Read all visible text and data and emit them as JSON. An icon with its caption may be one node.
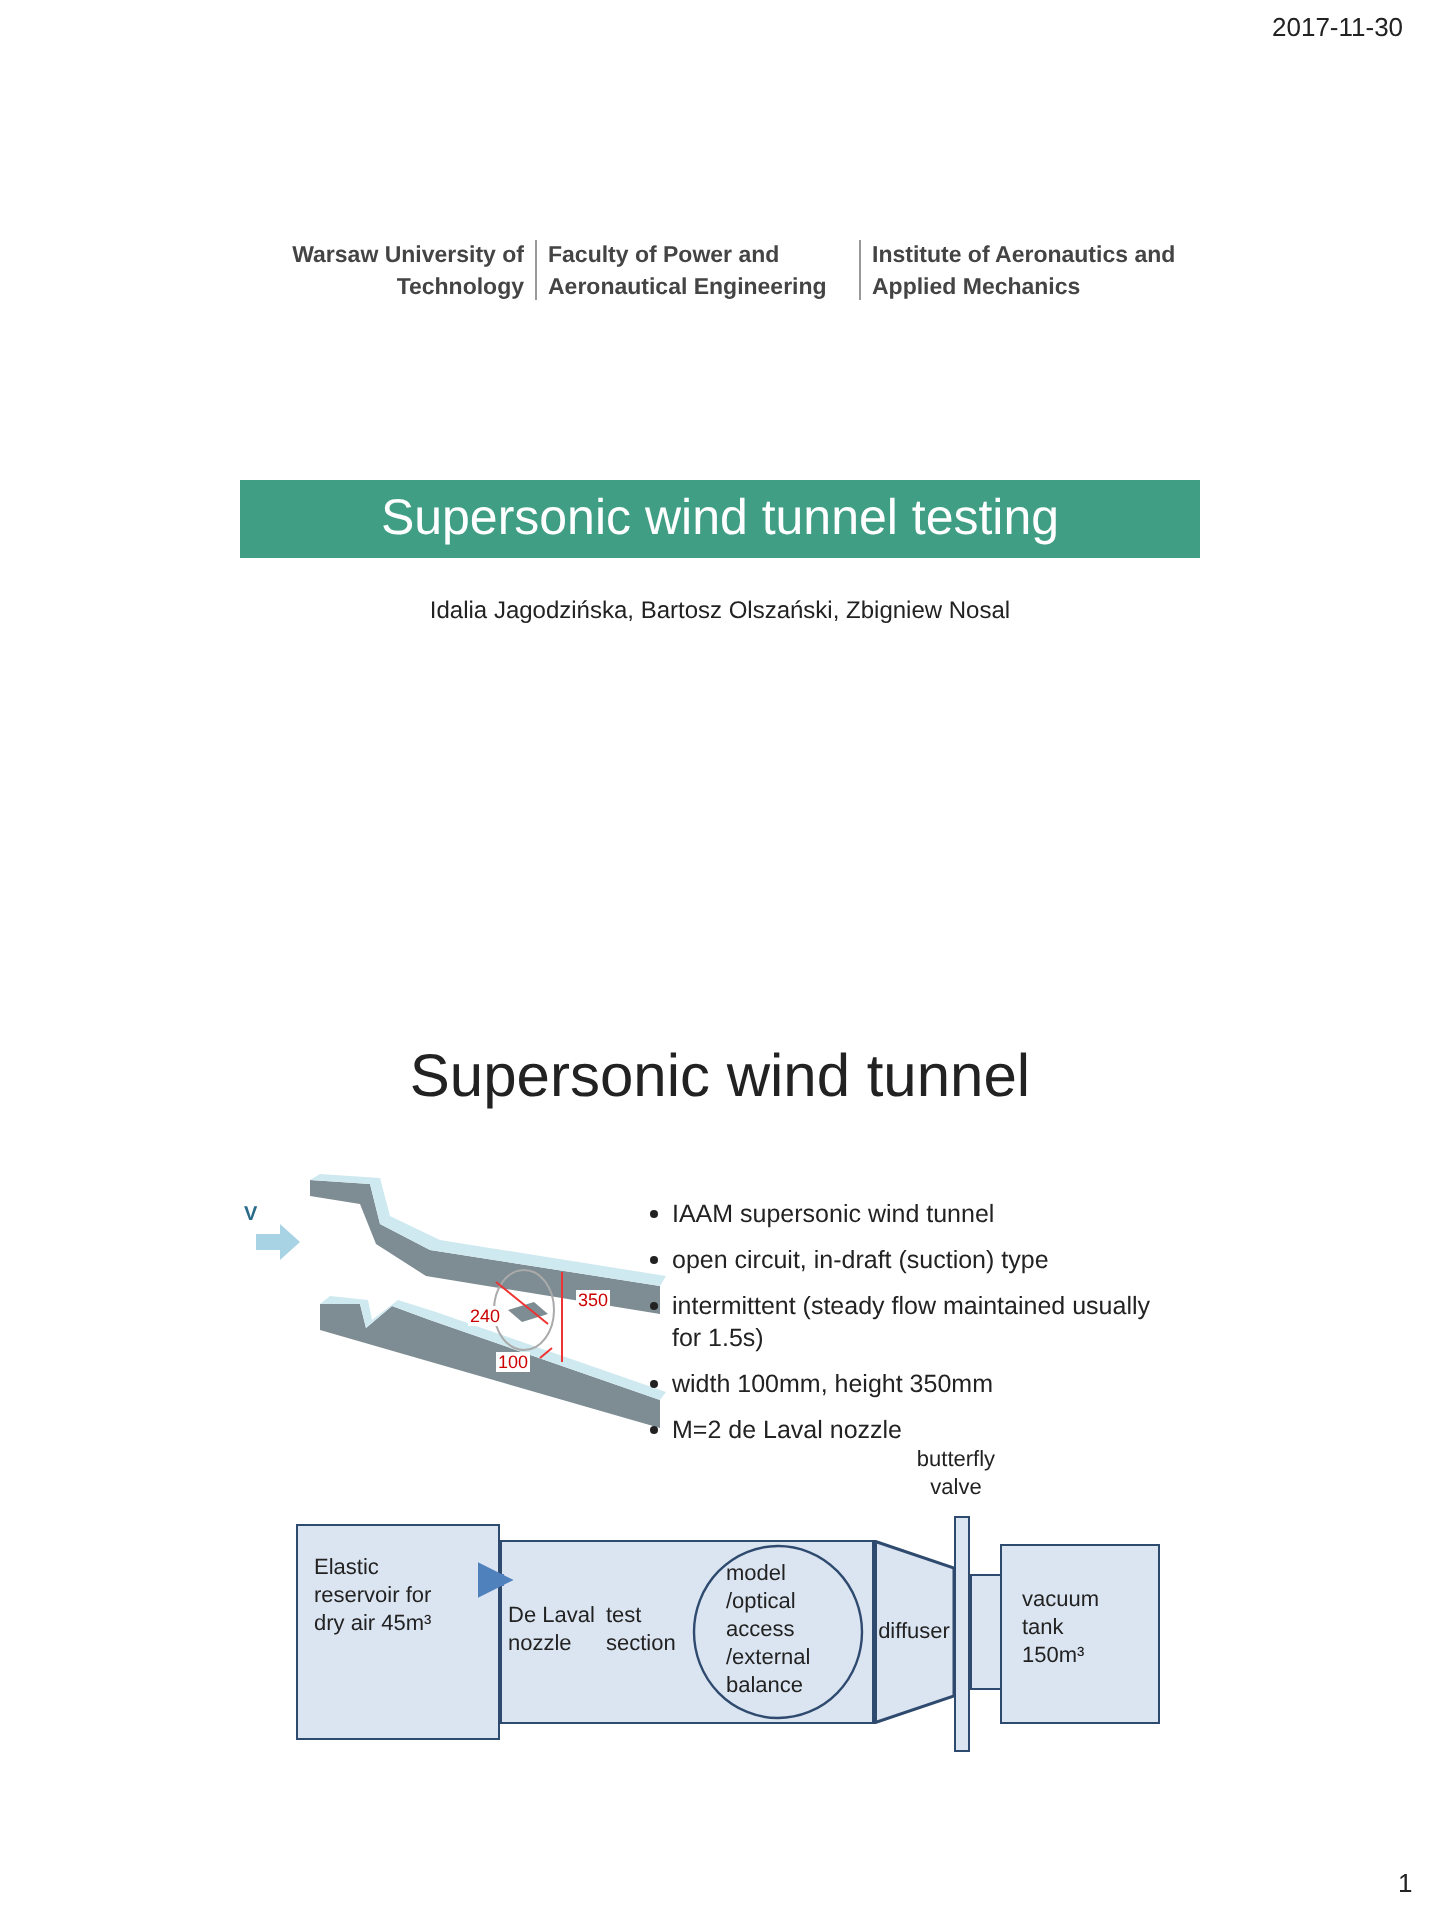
{
  "diagram": {
    "nodes": [
      {
        "text": [
          "Elastic reservoir for dry air 45m³"
        ]
      },
      {
        "text": [
          "De Laval nozzle",
          "test section",
          "model /optical access /external balance"
        ]
      },
      {
        "text": [
          "diffuser"
        ]
      },
      {
        "text": [
          "butterfly valve"
        ]
      },
      {
        "text": [
          "vacuum tank 150m³"
        ]
      }
    ],
    "edges": [
      {
        "from": 0,
        "to": 1,
        "arrow": "to"
      }
    ],
    "labels": [
      "2017-11-30",
      "Warsaw University of Technology",
      "Faculty of Power and Aeronautical Engineering",
      "Institute of Aeronautics and Applied Mechanics",
      "Supersonic wind tunnel testing",
      "Idalia Jagodzińska, Bartosz Olszański, Zbigniew Nosal",
      "Supersonic wind tunnel",
      "V",
      "350",
      "240",
      "100",
      "IAAM supersonic wind tunnel",
      "open circuit, in-draft (suction) type",
      "intermittent (steady flow maintained usually for 1.5s)",
      "width 100mm, height 350mm",
      "M=2 de Laval nozzle",
      "1"
    ]
  }
}
